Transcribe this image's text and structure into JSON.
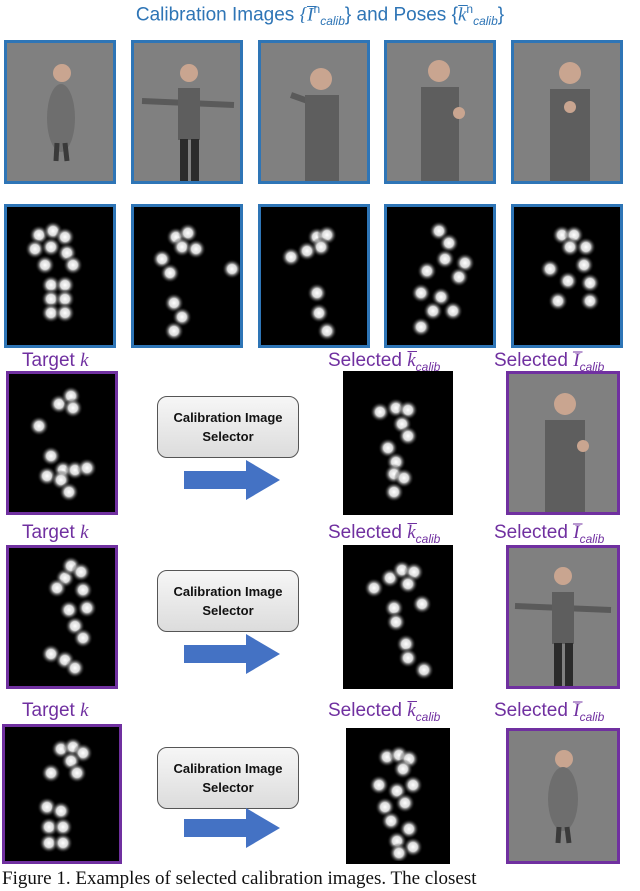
{
  "title": {
    "prefix": "Calibration Images ",
    "images_var": "{I̅",
    "images_sup": "n",
    "images_sub": "calib",
    "middle": "} and Poses {",
    "poses_var": "k̅",
    "poses_sup": "n",
    "poses_sub": "calib",
    "suffix": "}"
  },
  "rows": [
    {
      "target_label": "Target ",
      "target_var": "k",
      "selector_line1": "Calibration Image",
      "selector_line2": "Selector",
      "selected_k_label": "Selected ",
      "selected_k_var": "k̅",
      "selected_k_sub": "calib",
      "selected_i_label": "Selected ",
      "selected_i_var": "I̅",
      "selected_i_sub": "calib"
    },
    {
      "target_label": "Target ",
      "target_var": "k",
      "selector_line1": "Calibration Image",
      "selector_line2": "Selector",
      "selected_k_label": "Selected ",
      "selected_k_var": "k̅",
      "selected_k_sub": "calib",
      "selected_i_label": "Selected ",
      "selected_i_var": "I̅",
      "selected_i_sub": "calib"
    },
    {
      "target_label": "Target ",
      "target_var": "k",
      "selector_line1": "Calibration Image",
      "selector_line2": "Selector",
      "selected_k_label": "Selected ",
      "selected_k_var": "k̅",
      "selected_k_sub": "calib",
      "selected_i_label": "Selected ",
      "selected_i_var": "I̅",
      "selected_i_sub": "calib"
    }
  ],
  "caption": "Figure 1.   Examples of selected calibration images.  The closest",
  "colors": {
    "blue": "#2e75b6",
    "purple": "#7030a0",
    "arrow": "#4472c4",
    "photo_bg": "#808080"
  }
}
